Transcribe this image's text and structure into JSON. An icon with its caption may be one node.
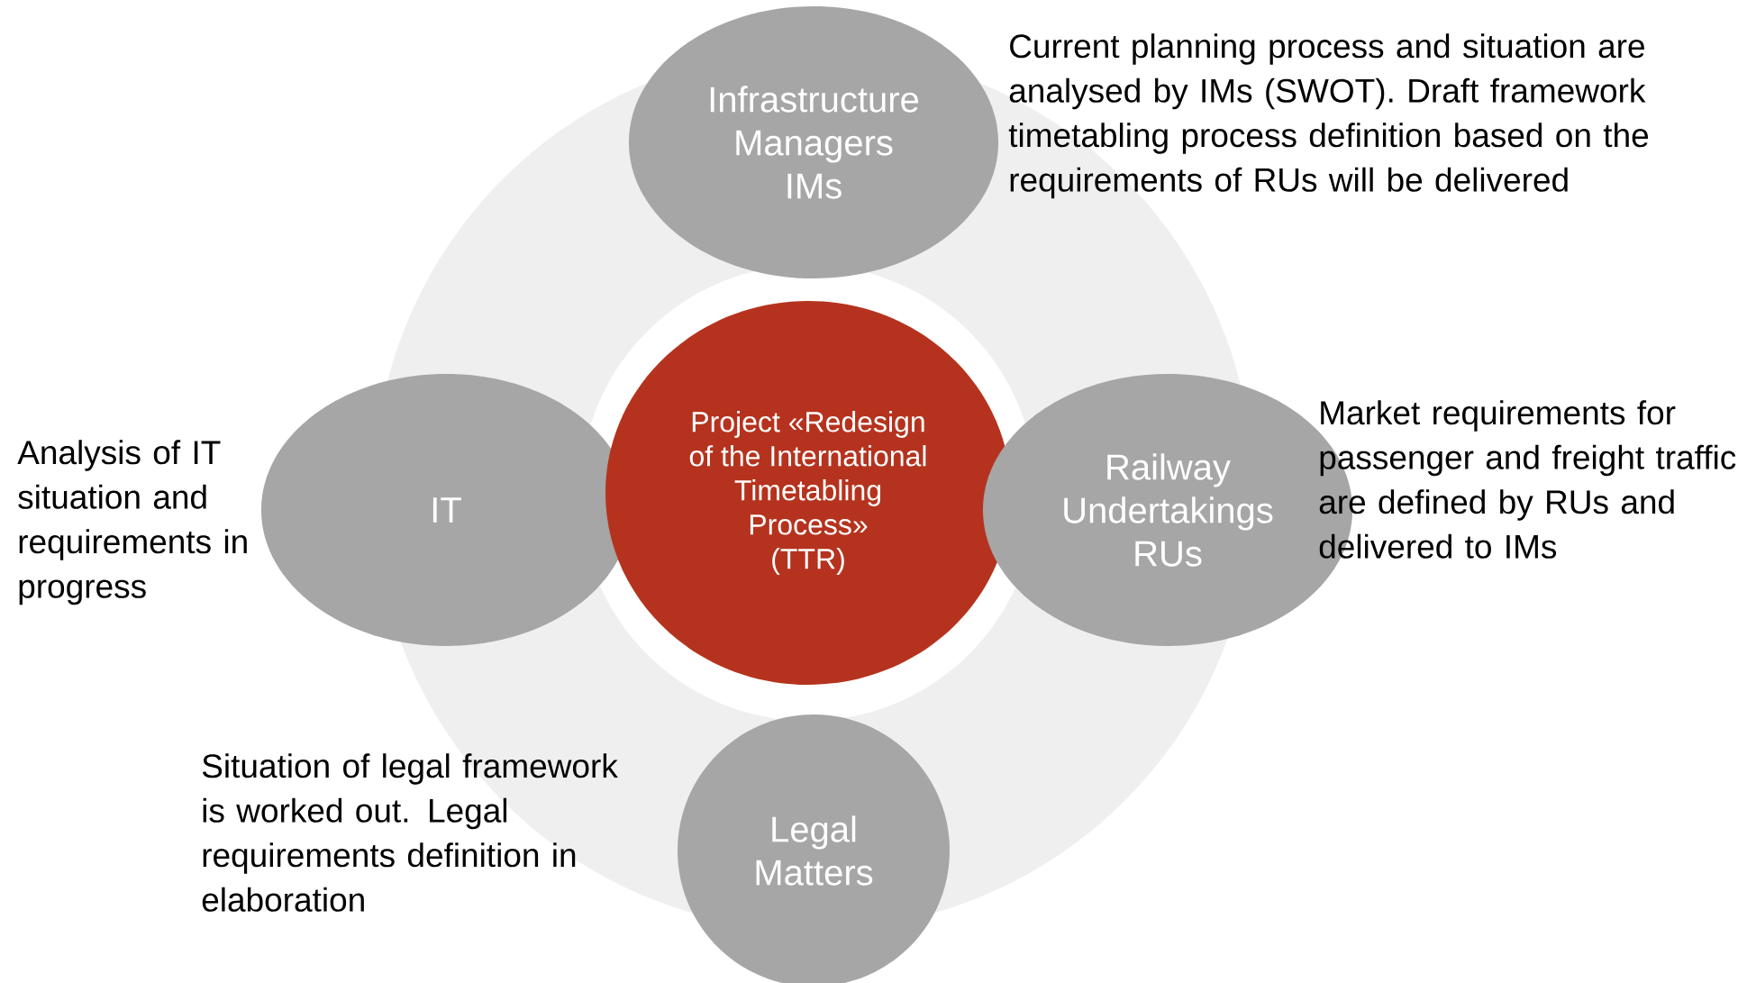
{
  "diagram": {
    "nodes": [
      {
        "text": [
          "Infrastructure Managers",
          "IMs"
        ],
        "beside": [
          "Current planning process and situation are analysed by IMs (SWOT). Draft framework timetabling process definition based on the requirements of RUs will be delivered"
        ]
      },
      {
        "text": [
          "IT"
        ],
        "beside": [
          "Analysis of IT situation and requirements in progress"
        ]
      },
      {
        "text": [
          "Project «Redesign of the International Timetabling Process»",
          "(TTR)"
        ]
      },
      {
        "text": [
          "Railway Undertakings",
          "RUs"
        ],
        "beside": [
          "Market requirements for passenger and freight traffic are defined by RUs and delivered to IMs"
        ]
      },
      {
        "text": [
          "Legal Matters"
        ],
        "beside": [
          "Situation of legal framework is worked out. Legal requirements definition in elaboration"
        ]
      }
    ]
  }
}
